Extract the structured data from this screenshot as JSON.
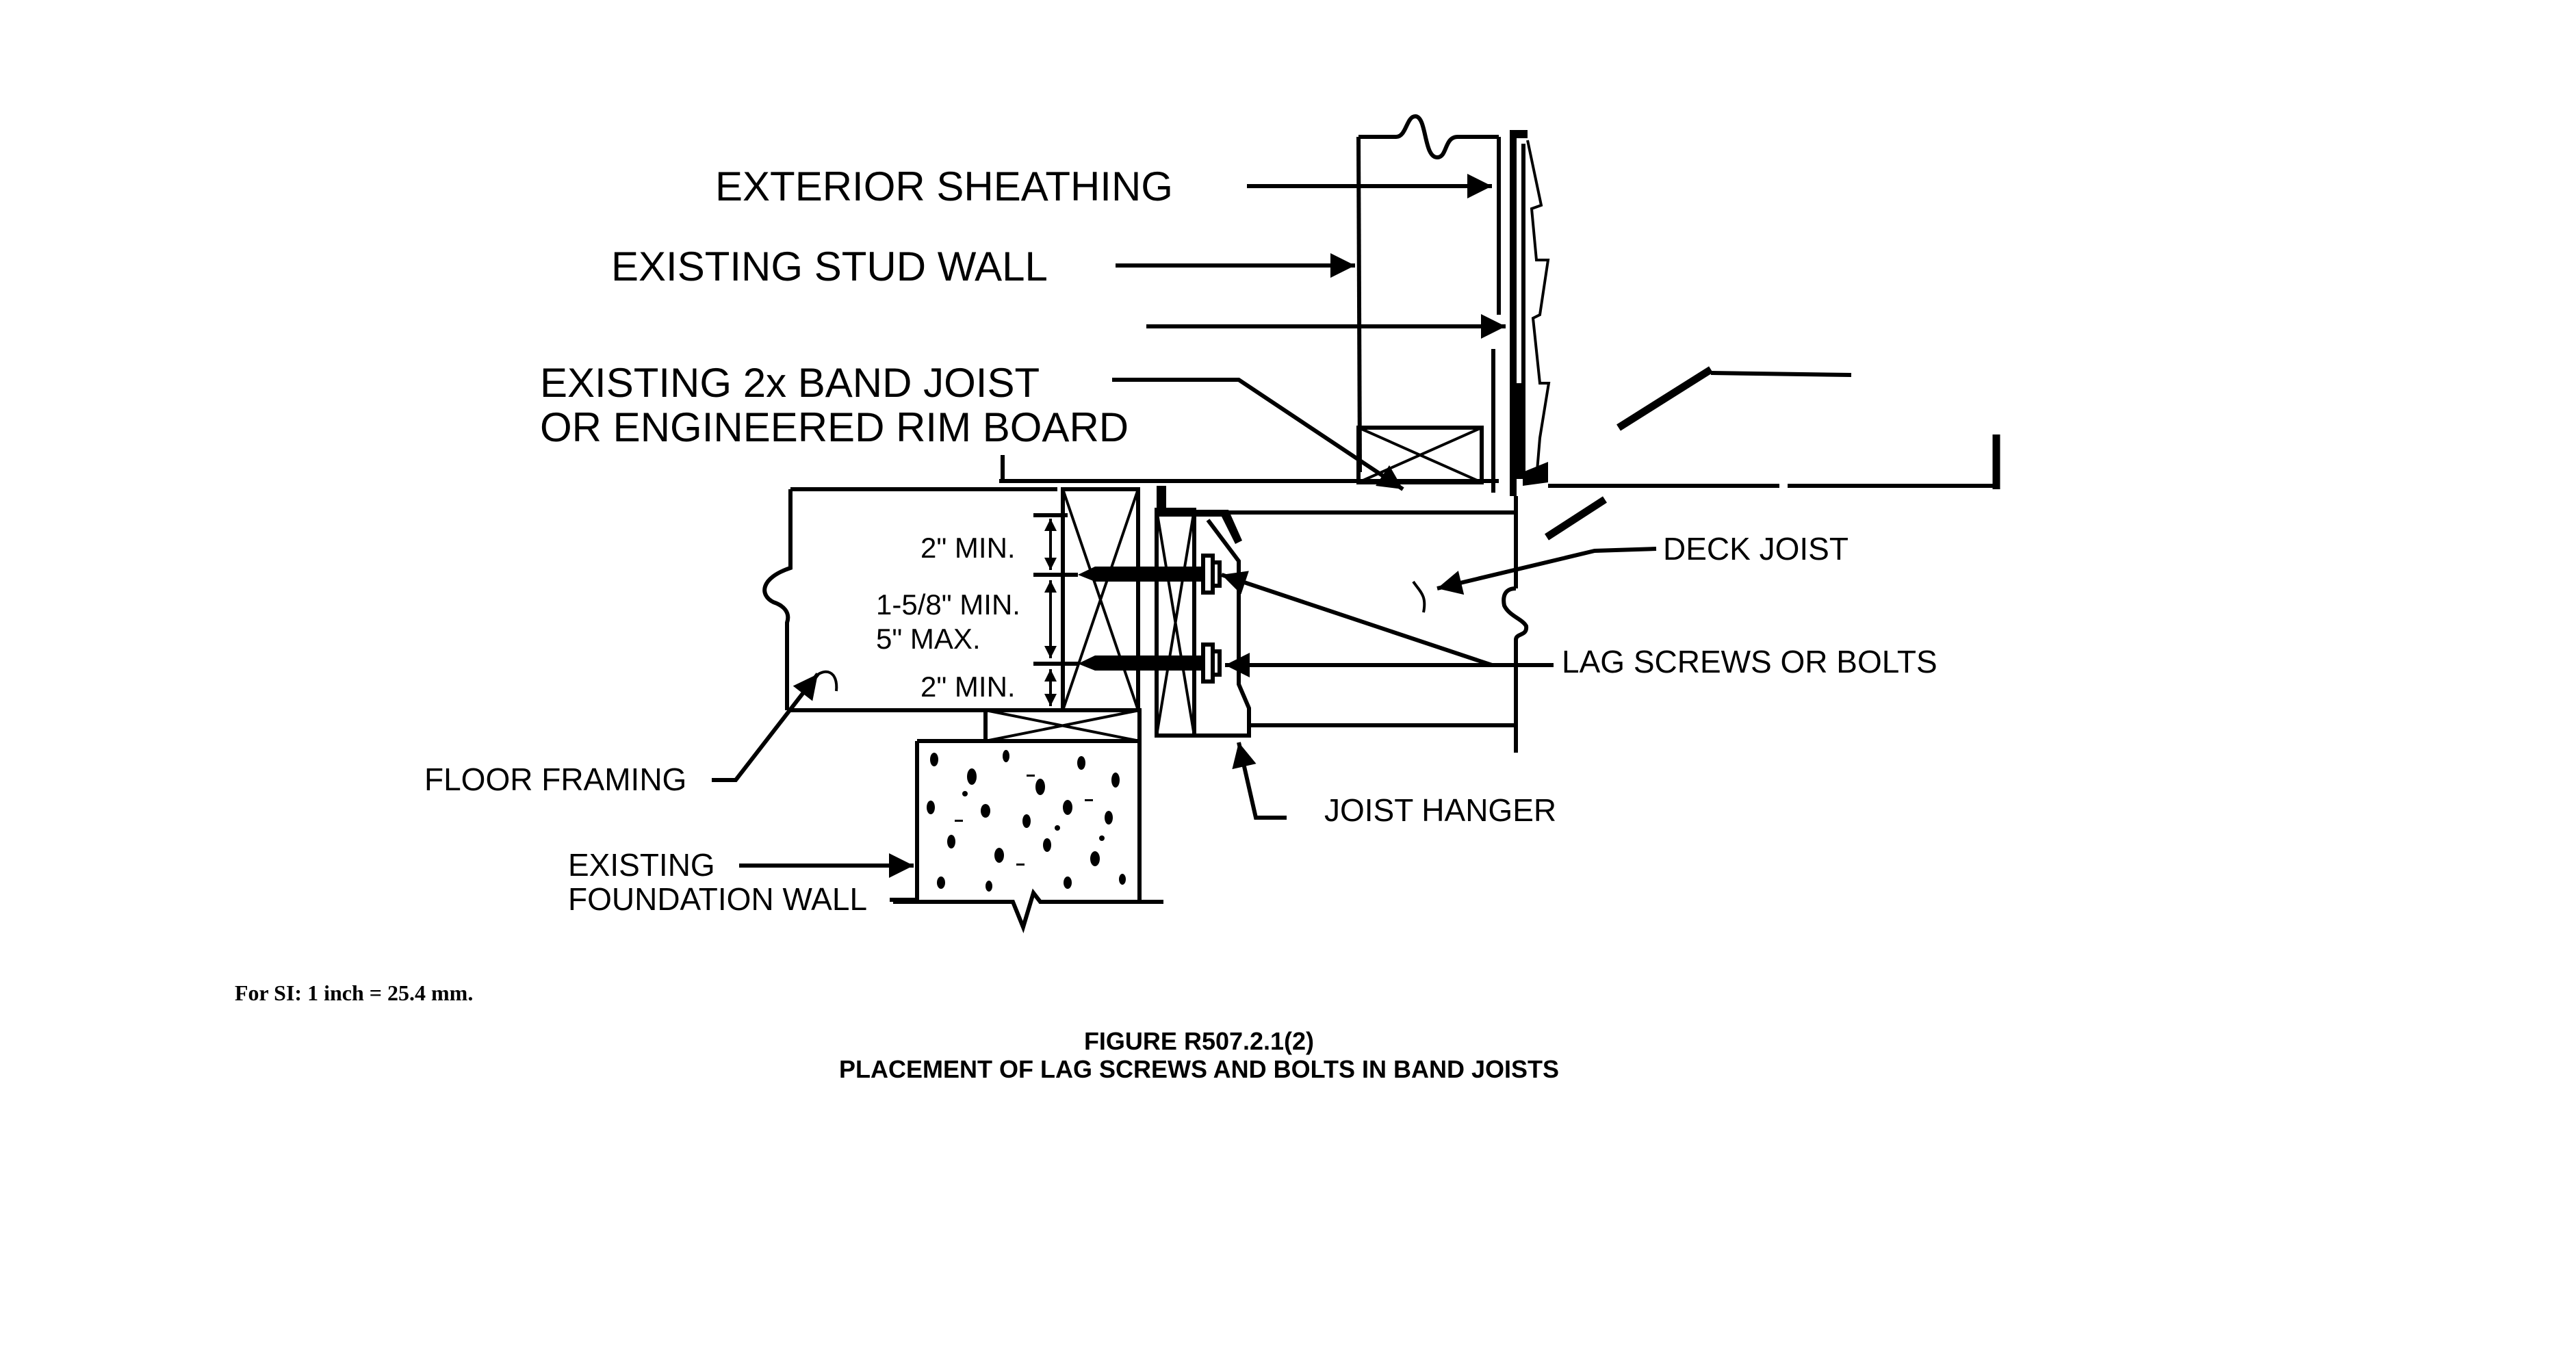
{
  "figure": {
    "number": "FIGURE R507.2.1(2)",
    "title": "PLACEMENT OF LAG SCREWS AND BOLTS IN BAND JOISTS",
    "note": "For SI:  1 inch = 25.4 mm."
  },
  "labels": {
    "exterior_sheathing": "EXTERIOR SHEATHING",
    "existing_stud_wall": "EXISTING STUD WALL",
    "band_joist_line1": "EXISTING 2x BAND JOIST",
    "band_joist_line2": "OR ENGINEERED RIM BOARD",
    "deck_joist": "DECK JOIST",
    "lag_screws": "LAG SCREWS OR BOLTS",
    "joist_hanger": "JOIST HANGER",
    "floor_framing": "FLOOR FRAMING",
    "foundation_line1": "EXISTING",
    "foundation_line2": "FOUNDATION WALL"
  },
  "dimensions": {
    "top_edge": "2\" MIN.",
    "spacing_min": "1-5/8\" MIN.",
    "spacing_max": "5\" MAX.",
    "bottom_edge": "2\" MIN."
  }
}
